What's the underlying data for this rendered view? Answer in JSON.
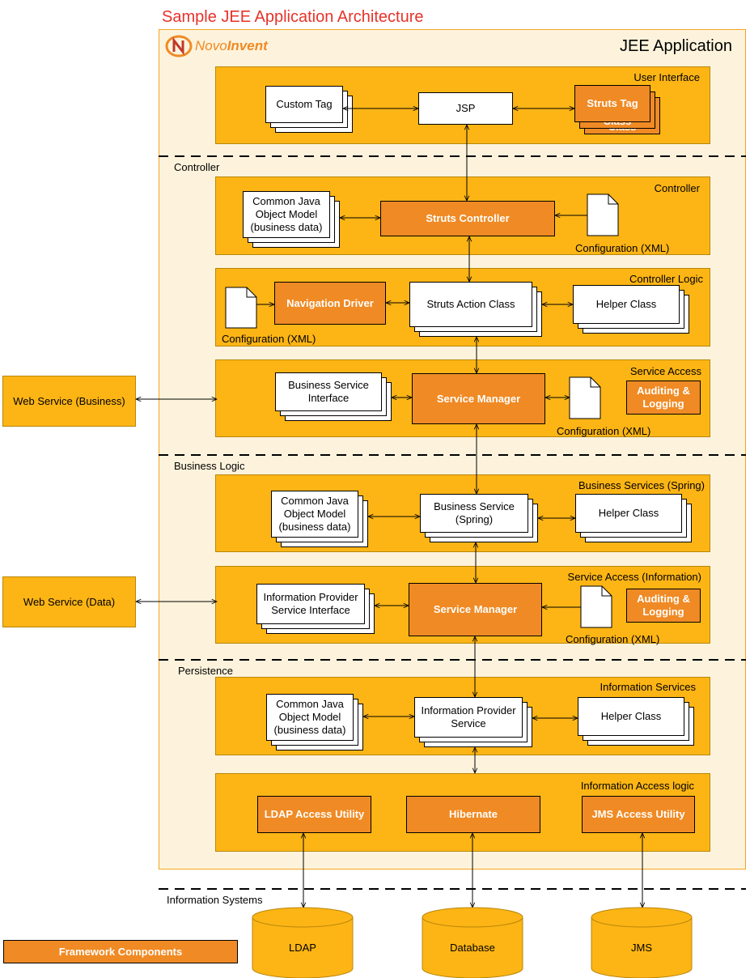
{
  "title": "Sample JEE Application Architecture",
  "app_title": "JEE Application",
  "logo": {
    "part1": "Novo",
    "part2": "Invent"
  },
  "sections": {
    "controller": "Controller",
    "business_logic": "Business Logic",
    "persistence": "Persistence",
    "information_systems": "Information Systems"
  },
  "layers": {
    "user_interface": "User Interface",
    "controller": "Controller",
    "controller_logic": "Controller Logic",
    "service_access": "Service Access",
    "business_services": "Business Services (Spring)",
    "service_access_info": "Service Access (Information)",
    "information_services": "Information Services",
    "information_access": "Information Access logic"
  },
  "nodes": {
    "custom_tag": "Custom Tag",
    "jsp": "JSP",
    "struts_tag": "Struts Tag",
    "class_1": "Class",
    "class_2": "Class",
    "cjom_1": "Common Java Object Model (business data)",
    "struts_controller": "Struts Controller",
    "config_1": "Configuration (XML)",
    "config_2": "Configuration (XML)",
    "navigation_driver": "Navigation Driver",
    "struts_action_class": "Struts Action Class",
    "helper_class_1": "Helper Class",
    "bsi": "Business Service Interface",
    "service_manager_1": "Service Manager",
    "config_3": "Configuration (XML)",
    "auditing_1": "Auditing & Logging",
    "web_service_business": "Web Service (Business)",
    "cjom_2": "Common Java Object Model (business data)",
    "business_service": "Business Service (Spring)",
    "helper_class_2": "Helper Class",
    "web_service_data": "Web Service (Data)",
    "ipsi": "Information Provider Service Interface",
    "service_manager_2": "Service Manager",
    "config_4": "Configuration (XML)",
    "auditing_2": "Auditing & Logging",
    "cjom_3": "Common Java Object Model (business data)",
    "info_provider_service": "Information Provider Service",
    "helper_class_3": "Helper Class",
    "ldap_utility": "LDAP Access Utility",
    "hibernate": "Hibernate",
    "jms_utility": "JMS Access Utility"
  },
  "stores": {
    "ldap": "LDAP",
    "database": "Database",
    "jms": "JMS"
  },
  "legend": {
    "framework_components": "Framework Components"
  },
  "colors": {
    "layer": "#fdb515",
    "framework": "#f08a24",
    "app_panel": "#fdf3dc",
    "title": "#e8322a"
  }
}
